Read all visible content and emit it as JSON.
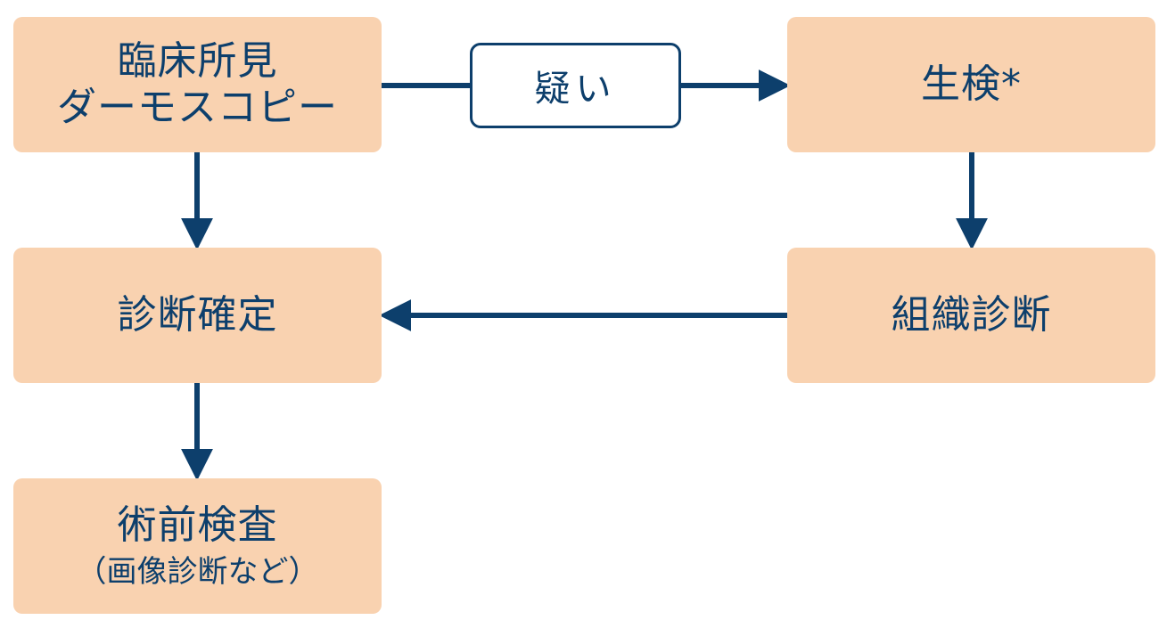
{
  "colors": {
    "node_fill": "#f9d2b0",
    "ink": "#0d3f6c",
    "background": "#ffffff"
  },
  "nodes": {
    "clinical": {
      "line1": "臨床所見",
      "line2": "ダーモスコピー"
    },
    "biopsy": {
      "label": "生検*"
    },
    "diagnosis": {
      "label": "診断確定"
    },
    "histology": {
      "label": "組織診断"
    },
    "preop": {
      "label": "術前検査",
      "sub": "（画像診断など）"
    }
  },
  "edge_label": {
    "suspicion": "疑い"
  },
  "edges": [
    {
      "from": "clinical",
      "to": "biopsy",
      "label": "疑い"
    },
    {
      "from": "clinical",
      "to": "diagnosis"
    },
    {
      "from": "biopsy",
      "to": "histology"
    },
    {
      "from": "histology",
      "to": "diagnosis"
    },
    {
      "from": "diagnosis",
      "to": "preop"
    }
  ]
}
